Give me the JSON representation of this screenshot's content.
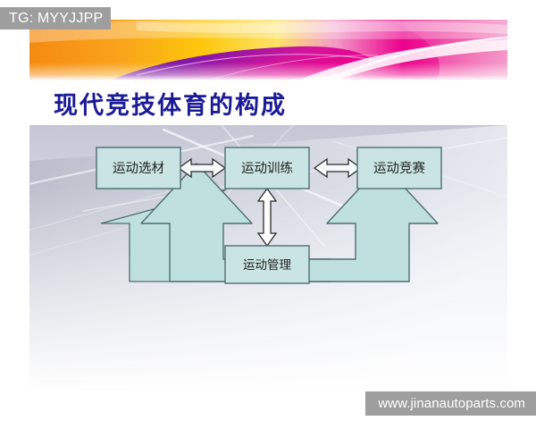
{
  "slide": {
    "title": "现代竞技体育的构成",
    "title_color": "#1b1b96"
  },
  "banner": {
    "colors": {
      "orange": "#f7941d",
      "yellow": "#ffd200",
      "magenta": "#ec008c",
      "purple": "#7b1fa2",
      "pink_light": "#f7a8d8",
      "white": "#ffffff"
    }
  },
  "diagram": {
    "type": "flow-diagram",
    "node_fill": "#c9e4e2",
    "node_stroke": "#4f6f73",
    "arrow_fill": "#ffffff",
    "arrow_stroke": "#2b2b2b",
    "block_arrow_fill": "#bfe0de",
    "block_arrow_stroke": "#4f6f73",
    "nodes": [
      {
        "id": "selection",
        "label": "运动选材"
      },
      {
        "id": "training",
        "label": "运动训练"
      },
      {
        "id": "competition",
        "label": "运动竞赛"
      },
      {
        "id": "management",
        "label": "运动管理"
      }
    ],
    "connections": [
      {
        "from": "selection",
        "to": "training",
        "style": "double-arrow-horizontal"
      },
      {
        "from": "training",
        "to": "competition",
        "style": "double-arrow-horizontal"
      },
      {
        "from": "training",
        "to": "management",
        "style": "double-arrow-vertical"
      },
      {
        "from": "management",
        "to": "selection",
        "style": "block-arrow-elbow-left"
      },
      {
        "from": "management",
        "to": "competition",
        "style": "block-arrow-elbow-right"
      }
    ]
  },
  "watermarks": {
    "top": "TG: MYYJJPP",
    "bottom": "www.jinanautoparts.com"
  }
}
